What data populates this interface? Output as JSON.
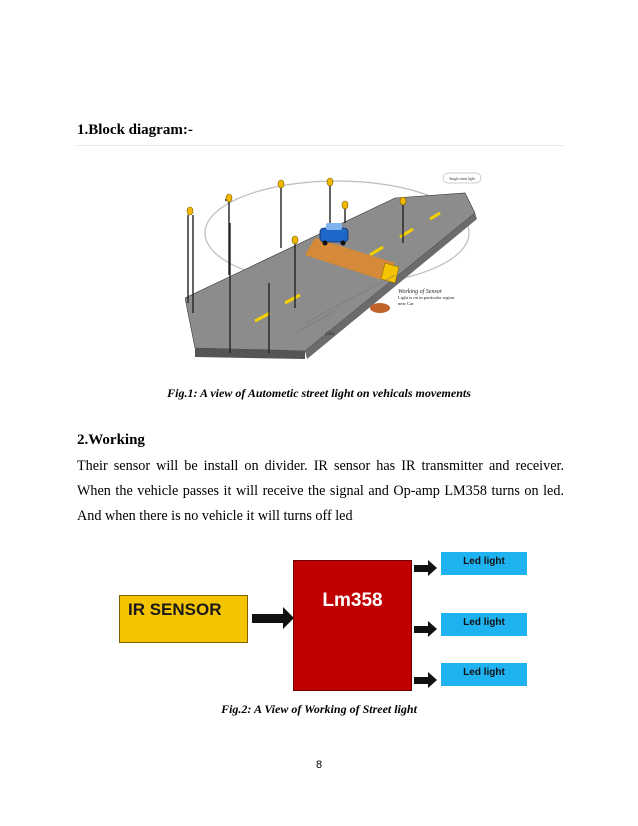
{
  "sections": [
    {
      "heading": "1.Block diagram:-"
    },
    {
      "heading": "2.Working",
      "paragraph": "Their sensor will be install on divider. IR sensor has IR transmitter and receiver. When the vehicle passes it will receive the signal and Op-amp LM358 turns on led. And when there is no vehicle it will turns off led"
    }
  ],
  "figure1": {
    "caption": "Fig.1: A view of Autometic street light on vehicals movements",
    "callout_top": "Single street light",
    "sensor_label_title": "Working of Sensor",
    "sensor_label_body": "Light is on in particular region near Car",
    "distance_label": "15m"
  },
  "figure2": {
    "caption": "Fig.2: A View of  Working of Street light",
    "ir_sensor_label": "IR SENSOR",
    "lm358_label": "Lm358",
    "led_labels": [
      "Led light",
      "Led light",
      "Led light"
    ],
    "colors": {
      "ir": "#f5c400",
      "lm358": "#c00000",
      "led": "#1eb2f0"
    }
  },
  "page_number": "8"
}
